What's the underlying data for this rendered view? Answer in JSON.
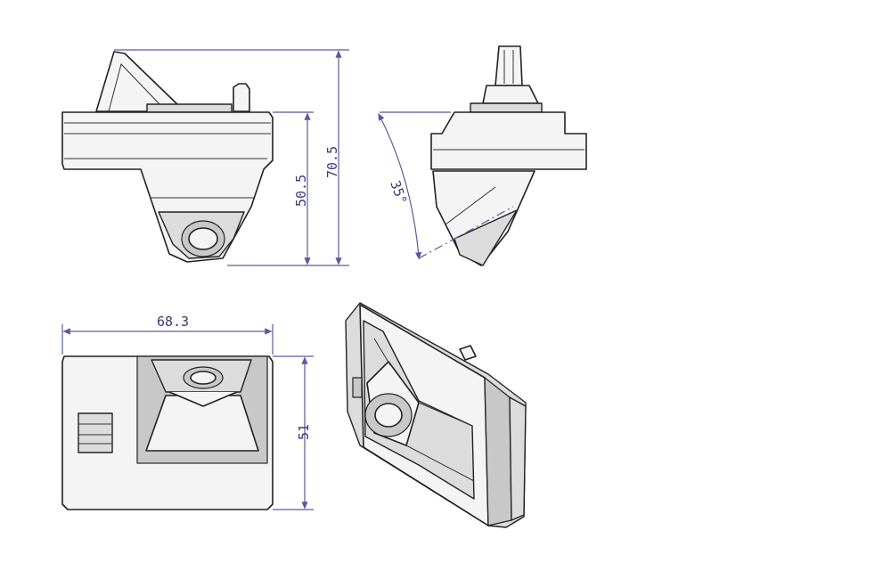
{
  "dimensions": {
    "side_height_total": "70.5",
    "side_height_body": "50.5",
    "angle": "35°",
    "width": "68.3",
    "height": "51"
  },
  "colors": {
    "outline": "#222222",
    "dimension_line": "#5a5aa0",
    "fill_light": "#f4f4f4",
    "fill_mid": "#dcdcdc",
    "fill_dark": "#c8c8c8"
  }
}
